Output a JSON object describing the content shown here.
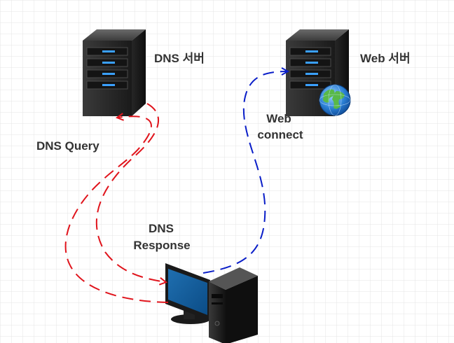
{
  "nodes": {
    "dns_server": {
      "label": "DNS 서버",
      "icon": "server-tower-icon"
    },
    "web_server": {
      "label": "Web 서버",
      "icon": "server-tower-globe-icon"
    },
    "client": {
      "icon": "desktop-computer-icon"
    }
  },
  "edges": {
    "dns_query": {
      "label": "DNS Query",
      "color": "#e0141c",
      "from": "client",
      "to": "dns_server"
    },
    "dns_response": {
      "label_line1": "DNS",
      "label_line2": "Response",
      "color": "#e0141c",
      "from": "dns_server",
      "to": "client"
    },
    "web_connect": {
      "label_line1": "Web",
      "label_line2": "connect",
      "color": "#0a1ec8",
      "from": "client",
      "to": "web_server"
    }
  },
  "background": {
    "grid": true,
    "grid_color": "#e4e4e4"
  }
}
